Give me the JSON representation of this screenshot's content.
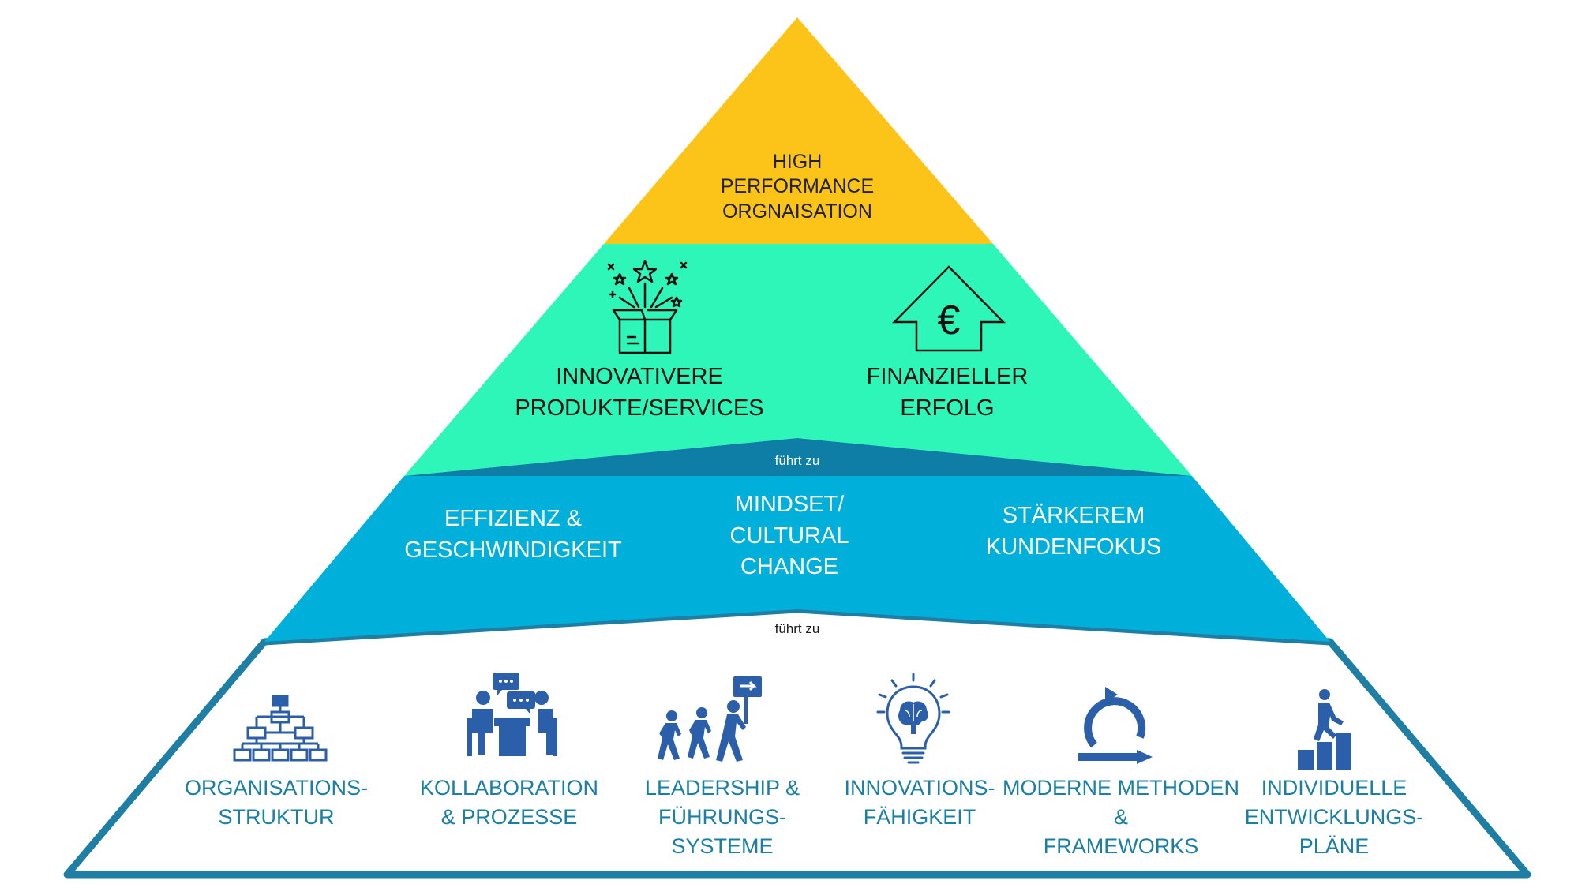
{
  "colors": {
    "top": "#fcc419",
    "second": "#2ef5b8",
    "band_connector": "#0f7ea6",
    "third": "#00b0db",
    "base_border": "#1f7ea3",
    "base_text": "#1a7fa6",
    "icon_blue": "#2b5fa9"
  },
  "top": {
    "label_lines": [
      "HIGH",
      "PERFORMANCE",
      "ORGNAISATION"
    ]
  },
  "level2": {
    "items": [
      {
        "lines": [
          "INNOVATIVERE",
          "PRODUKTE/SERVICES"
        ],
        "icon": "gift-box-fireworks-icon"
      },
      {
        "lines": [
          "FINANZIELLER",
          "ERFOLG"
        ],
        "icon": "euro-house-arrow-icon"
      }
    ]
  },
  "connector_upper": "führt zu",
  "level3": {
    "items": [
      {
        "lines": [
          "EFFIZIENZ &",
          "GESCHWINDIGKEIT"
        ]
      },
      {
        "lines": [
          "MINDSET/",
          "CULTURAL",
          "CHANGE"
        ]
      },
      {
        "lines": [
          "STÄRKEREM",
          "KUNDENFOKUS"
        ]
      }
    ]
  },
  "connector_lower": "führt zu",
  "base": {
    "items": [
      {
        "lines": [
          "ORGANISATIONS-",
          "STRUKTUR"
        ],
        "icon": "org-chart-icon"
      },
      {
        "lines": [
          "KOLLABORATION",
          "& PROZESSE"
        ],
        "icon": "meeting-chat-icon"
      },
      {
        "lines": [
          "LEADERSHIP &",
          "FÜHRUNGS-",
          "SYSTEME"
        ],
        "icon": "leader-group-walking-icon"
      },
      {
        "lines": [
          "INNOVATIONS-",
          "FÄHIGKEIT"
        ],
        "icon": "lightbulb-brain-icon"
      },
      {
        "lines": [
          "MODERNE METHODEN",
          "&",
          "FRAMEWORKS"
        ],
        "icon": "agile-cycle-icon"
      },
      {
        "lines": [
          "INDIVIDUELLE",
          "ENTWICKLUNGS-",
          "PLÄNE"
        ],
        "icon": "person-climbing-steps-icon"
      }
    ]
  }
}
